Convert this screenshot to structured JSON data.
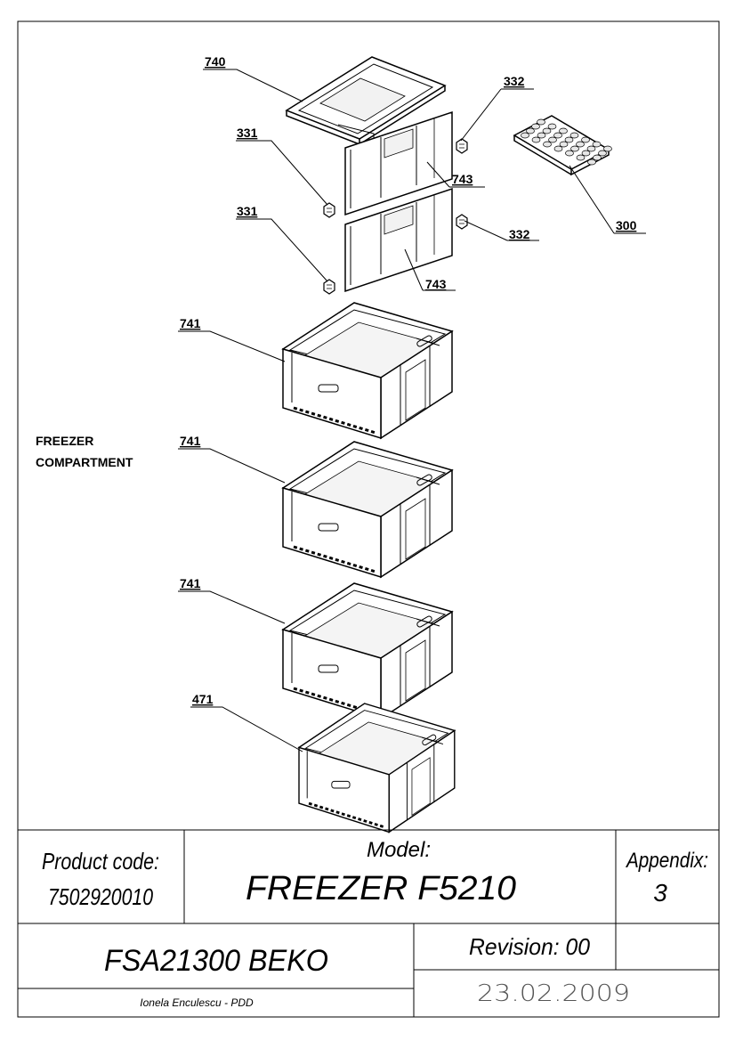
{
  "callouts": {
    "c740": "740",
    "c331a": "331",
    "c332a": "332",
    "c743a": "743",
    "c300": "300",
    "c331b": "331",
    "c332b": "332",
    "c743b": "743",
    "c741a": "741",
    "c741b": "741",
    "c741c": "741",
    "c471": "471"
  },
  "section_label": {
    "line1": "FREEZER",
    "line2": "COMPARTMENT"
  },
  "title_block": {
    "product_code_label": "Product code:",
    "product_code": "7502920010",
    "model_label": "Model:",
    "model": "FREEZER F5210",
    "appendix_label": "Appendix:",
    "appendix": "3",
    "product_name": "FSA21300 BEKO",
    "revision": "Revision: 00",
    "author": "Ionela Enculescu - PDD",
    "date": "23.02.2009"
  }
}
